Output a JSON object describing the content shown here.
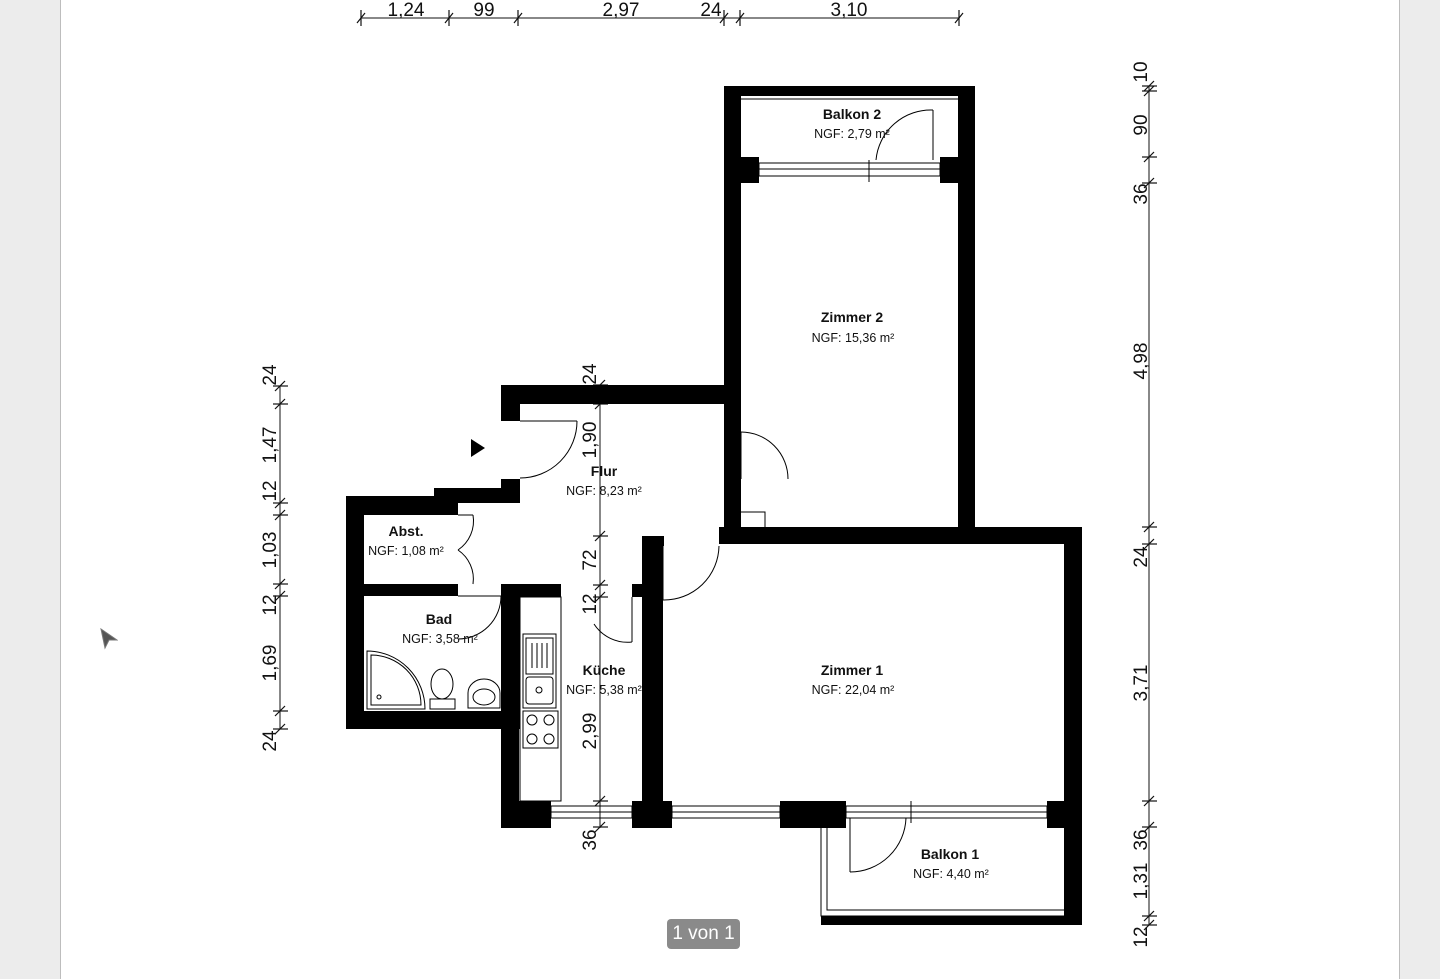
{
  "rooms": {
    "balkon2": {
      "name": "Balkon 2",
      "area": "NGF: 2,79 m²"
    },
    "zimmer2": {
      "name": "Zimmer 2",
      "area": "NGF: 15,36 m²"
    },
    "flur": {
      "name": "Flur",
      "area": "NGF: 8,23 m²"
    },
    "abst": {
      "name": "Abst.",
      "area": "NGF: 1,08 m²"
    },
    "bad": {
      "name": "Bad",
      "area": "NGF: 3,58 m²"
    },
    "kueche": {
      "name": "Küche",
      "area": "NGF: 5,38 m²"
    },
    "zimmer1": {
      "name": "Zimmer 1",
      "area": "NGF: 22,04 m²"
    },
    "balkon1": {
      "name": "Balkon 1",
      "area": "NGF: 4,40 m²"
    }
  },
  "dimensions": {
    "top": [
      "1,24",
      "99",
      "2,97",
      "24",
      "3,10"
    ],
    "right": [
      "10",
      "90",
      "36",
      "4,98",
      "24",
      "3,71",
      "36",
      "1,31",
      "12"
    ],
    "left": [
      "24",
      "1,47",
      "12",
      "1,03",
      "12",
      "1,69",
      "24"
    ],
    "inner": [
      "24",
      "1,90",
      "72",
      "12",
      "2,99",
      "36"
    ]
  },
  "viewer": {
    "page_indicator": "1 von 1"
  },
  "colors": {
    "wall": "#000000",
    "background": "#ececec",
    "page": "#ffffff",
    "indicator": "#8a8a8a"
  },
  "icons": {
    "cursor": "mouse-pointer-icon",
    "entrance": "entrance-arrow-icon"
  }
}
